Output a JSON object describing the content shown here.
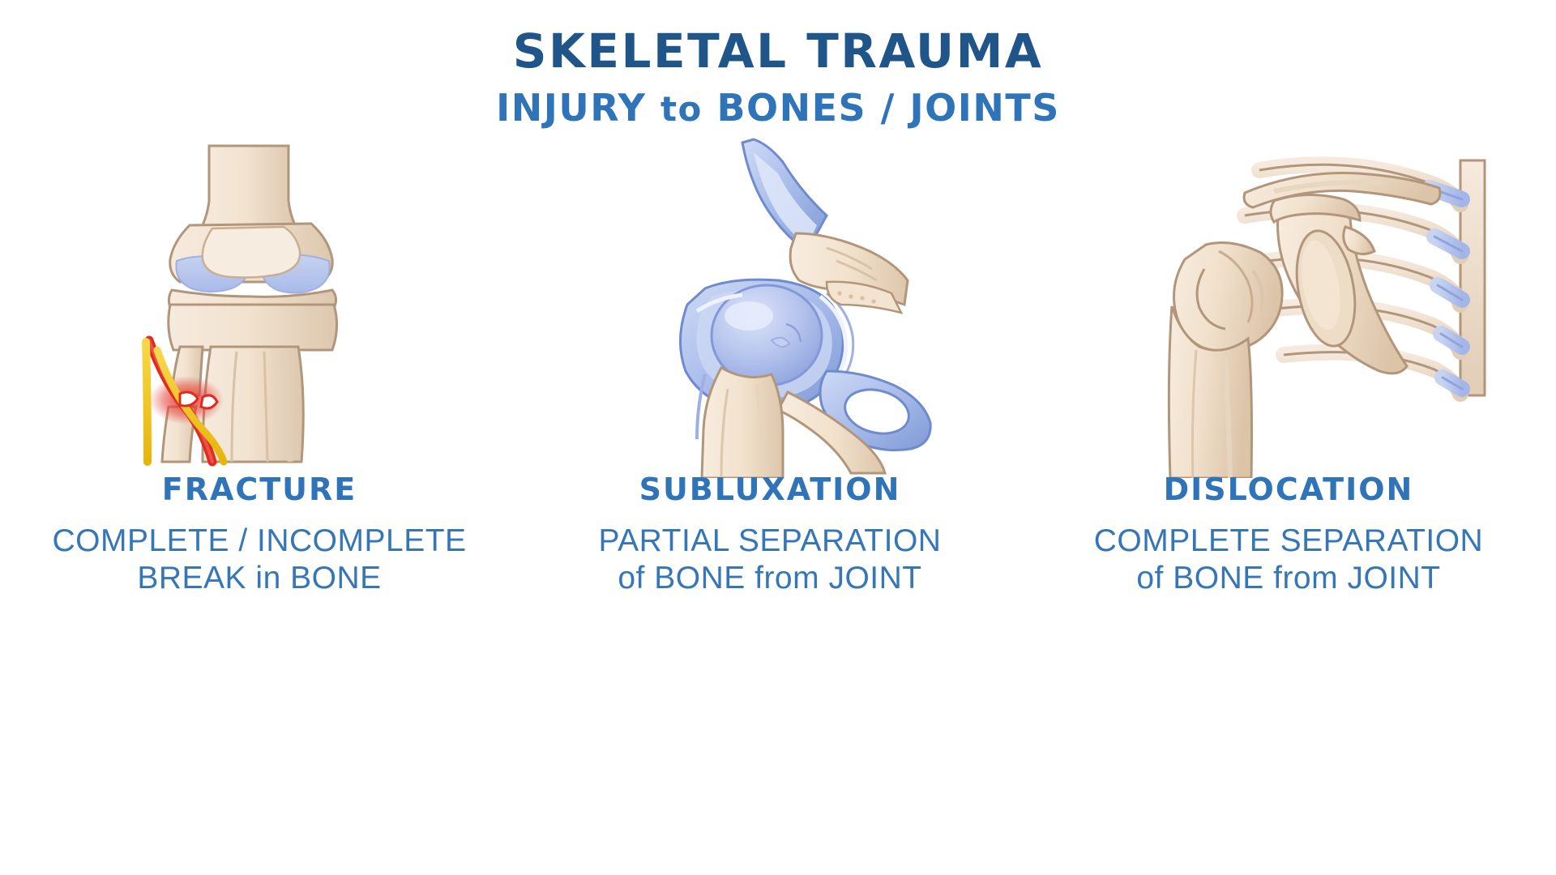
{
  "header": {
    "title": "SKELETAL TRAUMA",
    "subtitle_part1": "INJURY",
    "subtitle_lower1": "to",
    "subtitle_part2": "BONES / JOINTS"
  },
  "colors": {
    "title_navy": "#1f5588",
    "heading_blue": "#2f73b9",
    "body_blue": "#3576b8",
    "bone_fill": "#f2e3d0",
    "bone_shade": "#e0cbb4",
    "bone_outline": "#b2967b",
    "cartilage_blue": "#b9c7ec",
    "cartilage_light": "#d7e0f6",
    "capsule_blue": "#7f9ad6",
    "blood_red": "#e02b20",
    "nerve_yellow": "#f2c410",
    "background": "#ffffff"
  },
  "panels": [
    {
      "id": "fracture",
      "illustration": "knee-joint-fracture-illustration",
      "heading": "FRACTURE",
      "desc_line1": "COMPLETE / INCOMPLETE",
      "desc_line2_a": "BREAK",
      "desc_line2_lower": "in",
      "desc_line2_b": "BONE"
    },
    {
      "id": "subluxation",
      "illustration": "hip-joint-subluxation-illustration",
      "heading": "SUBLUXATION",
      "desc_line1": "PARTIAL SEPARATION",
      "desc_line2_a": "of",
      "desc_line2_lower": "BONE",
      "desc_line2_b": "from",
      "desc_line2_c": "JOINT"
    },
    {
      "id": "dislocation",
      "illustration": "shoulder-joint-dislocation-illustration",
      "heading": "DISLOCATION",
      "desc_line1": "COMPLETE SEPARATION",
      "desc_line2_a": "of",
      "desc_line2_lower": "BONE",
      "desc_line2_b": "from",
      "desc_line2_c": "JOINT"
    }
  ]
}
